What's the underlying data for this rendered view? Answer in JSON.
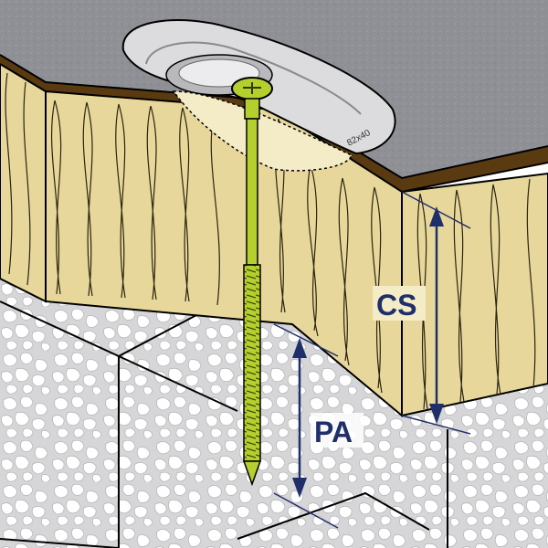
{
  "diagram": {
    "labels": {
      "cs": "CS",
      "pa": "PA",
      "washer_marking": "82x40"
    },
    "colors": {
      "membrane": "#8d8f94",
      "insulation": "#e7d79a",
      "concrete": "#d3d3d5",
      "screw": "#b5cf2e",
      "dimension": "#1f2f6a",
      "washer": "#dcdcde"
    },
    "parts": [
      "roof-membrane",
      "insulation-board",
      "concrete-deck",
      "pressure-washer",
      "screw",
      "cs-dimension",
      "pa-dimension"
    ]
  }
}
